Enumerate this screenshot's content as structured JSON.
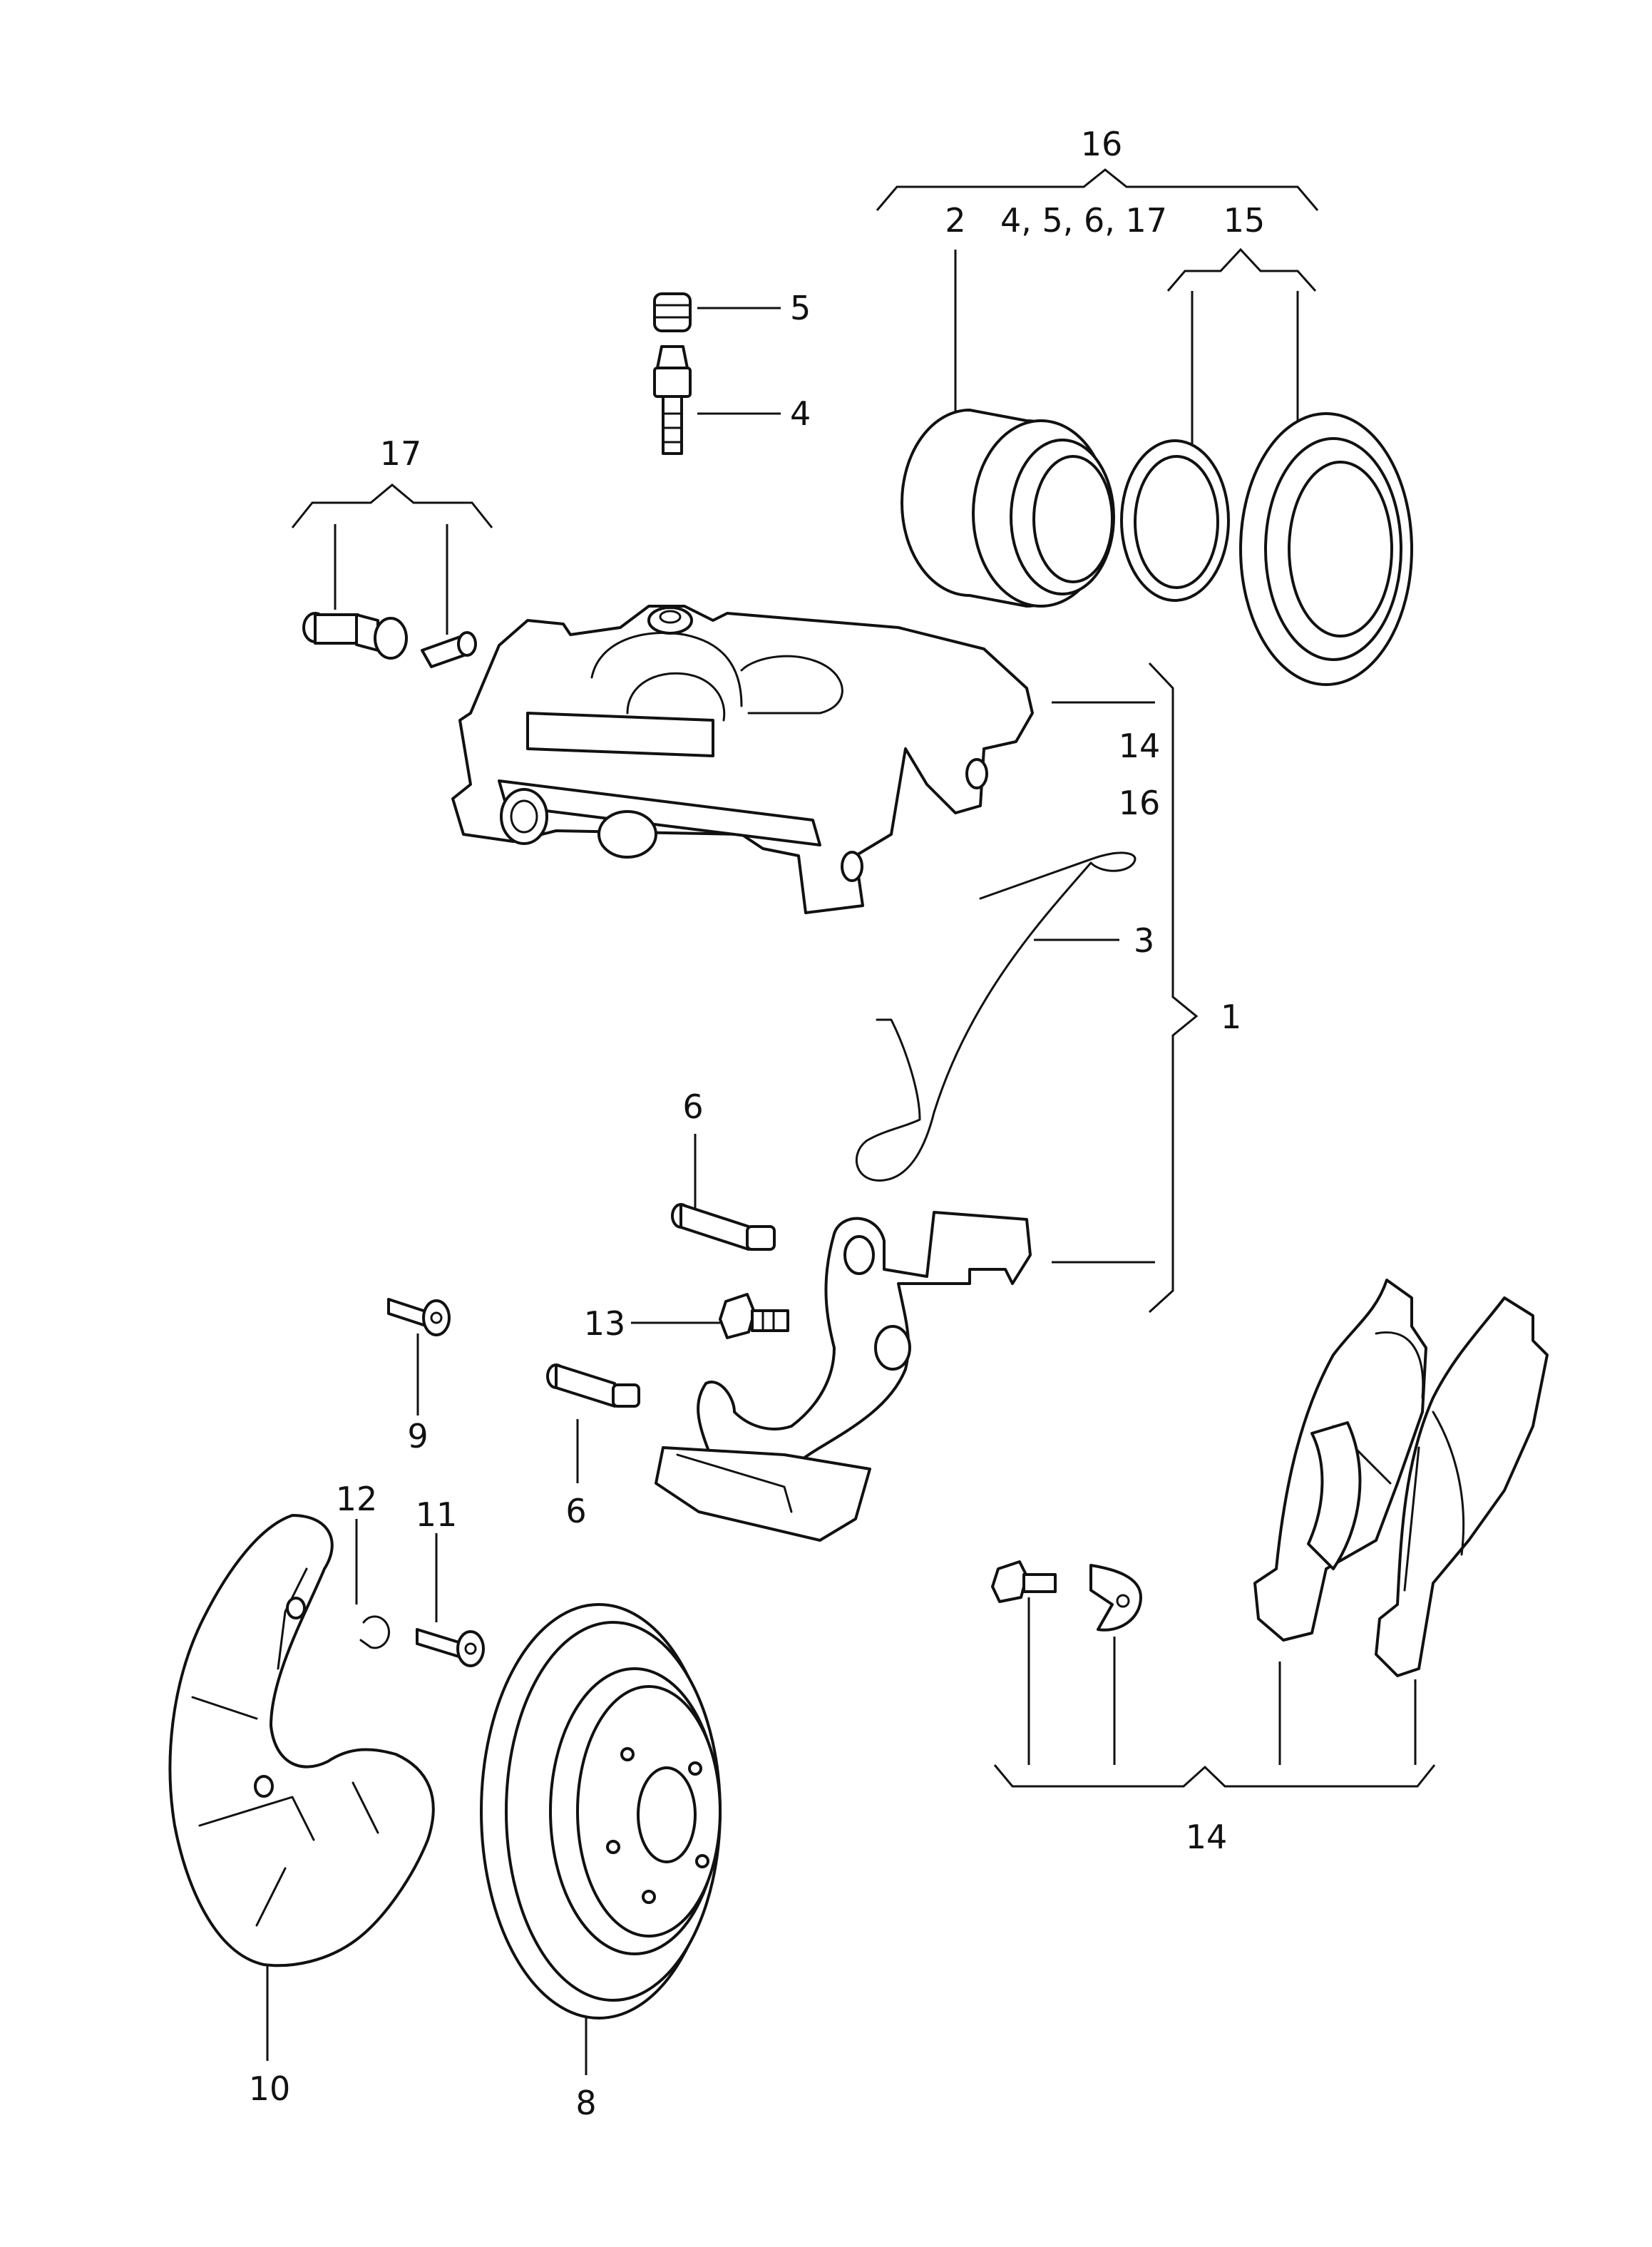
{
  "callouts": {
    "c16_top": "16",
    "c2": "2",
    "c4_5_6_17": "4, 5, 6, 17",
    "c15": "15",
    "c5": "5",
    "c4": "4",
    "c17": "17",
    "c14_right": "14",
    "c16_right": "16",
    "c3": "3",
    "c1": "1",
    "c6_upper": "6",
    "c13": "13",
    "c9": "9",
    "c6_lower": "6",
    "c12": "12",
    "c11": "11",
    "c14_bottom": "14",
    "c10": "10",
    "c8": "8"
  }
}
